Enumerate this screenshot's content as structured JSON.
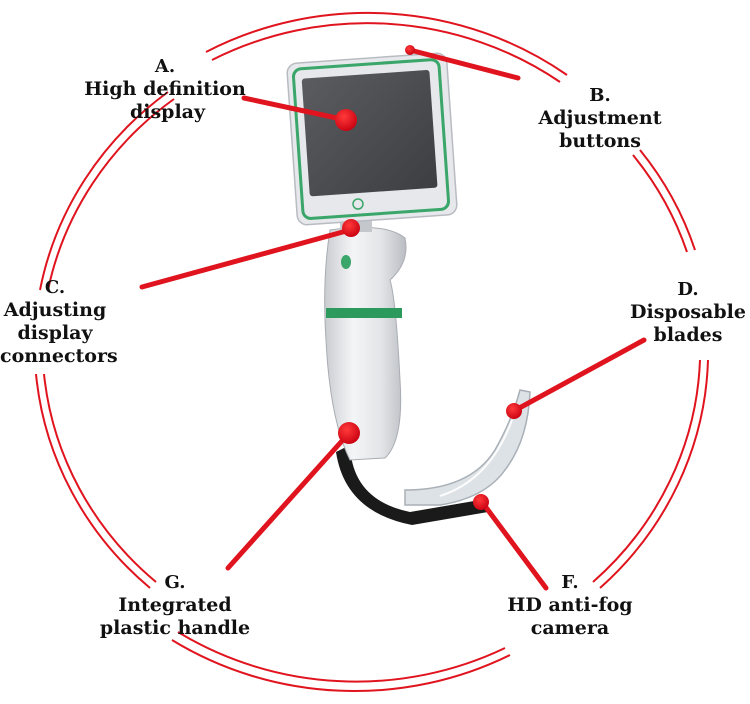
{
  "labels": {
    "a": {
      "letter": "A.",
      "line1": "High definition",
      "line2": "display"
    },
    "b": {
      "letter": "B.",
      "line1": "Adjustment",
      "line2": "buttons"
    },
    "c": {
      "letter": "C.",
      "line1": "Adjusting",
      "line2": "display",
      "line3": "connectors"
    },
    "d": {
      "letter": "D.",
      "line1": "Disposable",
      "line2": "blades"
    },
    "f": {
      "letter": "F.",
      "line1": "HD anti-fog",
      "line2": "camera"
    },
    "g": {
      "letter": "G.",
      "line1": "Integrated",
      "line2": "plastic handle"
    }
  },
  "colors": {
    "accent": "#e0141e",
    "device_body": "#e9ebee",
    "screen_frame": "#3aa66a",
    "screen": "#4b4d50",
    "blade": "#1a1a1a"
  }
}
